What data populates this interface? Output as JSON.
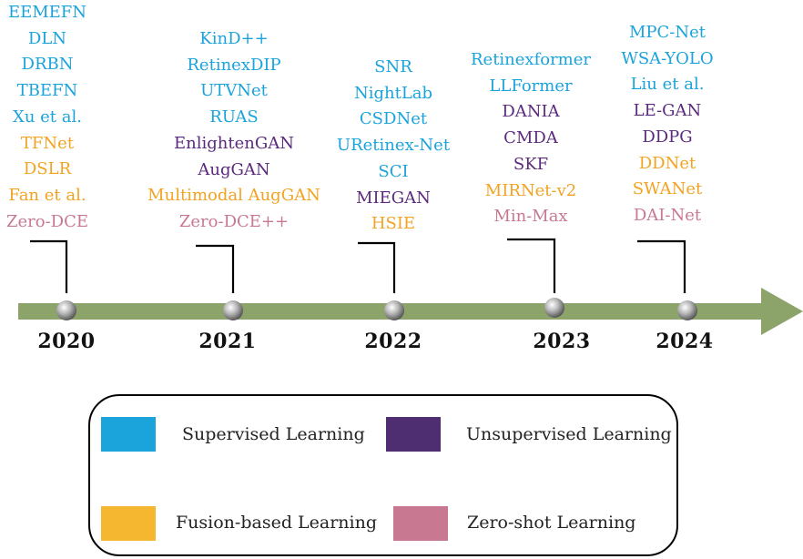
{
  "colors": {
    "supervised": "#1BA3DC",
    "unsupervised": "#5B2A7E",
    "fusion": "#F2A322",
    "zeroshot": "#C87991",
    "axis": "#8CA36A"
  },
  "timeline": [
    {
      "year": "2020",
      "methods": [
        {
          "name": "EEMEFN",
          "category": "supervised"
        },
        {
          "name": "DLN",
          "category": "supervised"
        },
        {
          "name": "DRBN",
          "category": "supervised"
        },
        {
          "name": "TBEFN",
          "category": "supervised"
        },
        {
          "name": "Xu et al.",
          "category": "supervised"
        },
        {
          "name": "TFNet",
          "category": "fusion"
        },
        {
          "name": "DSLR",
          "category": "fusion"
        },
        {
          "name": "Fan et al.",
          "category": "fusion"
        },
        {
          "name": "Zero-DCE",
          "category": "zeroshot"
        }
      ]
    },
    {
      "year": "2021",
      "methods": [
        {
          "name": "KinD++",
          "category": "supervised"
        },
        {
          "name": "RetinexDIP",
          "category": "supervised"
        },
        {
          "name": "UTVNet",
          "category": "supervised"
        },
        {
          "name": "RUAS",
          "category": "supervised"
        },
        {
          "name": "EnlightenGAN",
          "category": "unsupervised"
        },
        {
          "name": "AugGAN",
          "category": "unsupervised"
        },
        {
          "name": "Multimodal AugGAN",
          "category": "fusion"
        },
        {
          "name": "Zero-DCE++",
          "category": "zeroshot"
        }
      ]
    },
    {
      "year": "2022",
      "methods": [
        {
          "name": "SNR",
          "category": "supervised"
        },
        {
          "name": "NightLab",
          "category": "supervised"
        },
        {
          "name": "CSDNet",
          "category": "supervised"
        },
        {
          "name": "URetinex-Net",
          "category": "supervised"
        },
        {
          "name": "SCI",
          "category": "supervised"
        },
        {
          "name": "MIEGAN",
          "category": "unsupervised"
        },
        {
          "name": "HSIE",
          "category": "fusion"
        }
      ]
    },
    {
      "year": "2023",
      "methods": [
        {
          "name": "Retinexformer",
          "category": "supervised"
        },
        {
          "name": "LLFormer",
          "category": "supervised"
        },
        {
          "name": "DANIA",
          "category": "unsupervised"
        },
        {
          "name": "CMDA",
          "category": "unsupervised"
        },
        {
          "name": "SKF",
          "category": "unsupervised"
        },
        {
          "name": "MIRNet-v2",
          "category": "fusion"
        },
        {
          "name": "Min-Max",
          "category": "zeroshot"
        }
      ]
    },
    {
      "year": "2024",
      "methods": [
        {
          "name": "MPC-Net",
          "category": "supervised"
        },
        {
          "name": "WSA-YOLO",
          "category": "supervised"
        },
        {
          "name": "Liu et al.",
          "category": "supervised"
        },
        {
          "name": "LE-GAN",
          "category": "unsupervised"
        },
        {
          "name": "DDPG",
          "category": "unsupervised"
        },
        {
          "name": "DDNet",
          "category": "fusion"
        },
        {
          "name": "SWANet",
          "category": "fusion"
        },
        {
          "name": "DAI-Net",
          "category": "zeroshot"
        }
      ]
    }
  ],
  "legend": {
    "supervised": "Supervised Learning",
    "unsupervised": "Unsupervised Learning",
    "fusion": "Fusion-based Learning",
    "zeroshot": "Zero-shot Learning"
  }
}
